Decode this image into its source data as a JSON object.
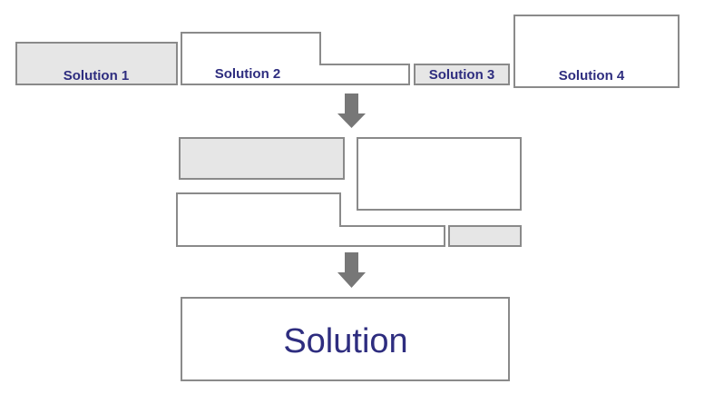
{
  "colors": {
    "outline": "#8a8a8a",
    "gray_fill": "#e6e6e6",
    "white_fill": "#ffffff",
    "text": "#2e2d7f",
    "arrow": "#777777"
  },
  "row1": {
    "solution_1": "Solution 1",
    "solution_2": "Solution 2",
    "solution_3": "Solution 3",
    "solution_4": "Solution 4"
  },
  "final": {
    "label": "Solution"
  }
}
